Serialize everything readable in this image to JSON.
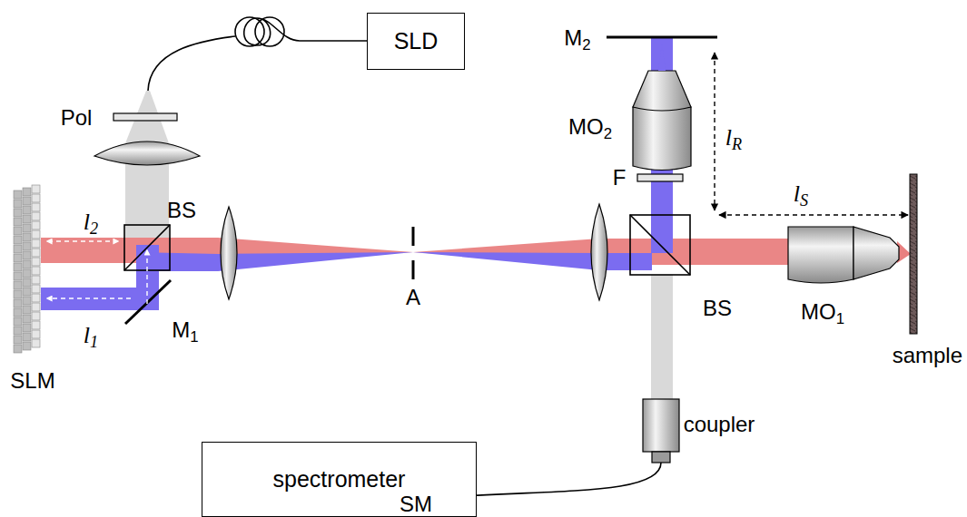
{
  "diagram": {
    "nodes": [
      {
        "text": [
          "SLD"
        ]
      },
      {
        "text": [
          "spectrometer"
        ]
      }
    ],
    "labels": [
      "Pol",
      "l2",
      "BS",
      "l1",
      "M1",
      "SLM",
      "A",
      "M2",
      "MO2",
      "lR",
      "F",
      "lS",
      "BS",
      "MO1",
      "sample",
      "coupler",
      "SM"
    ]
  }
}
